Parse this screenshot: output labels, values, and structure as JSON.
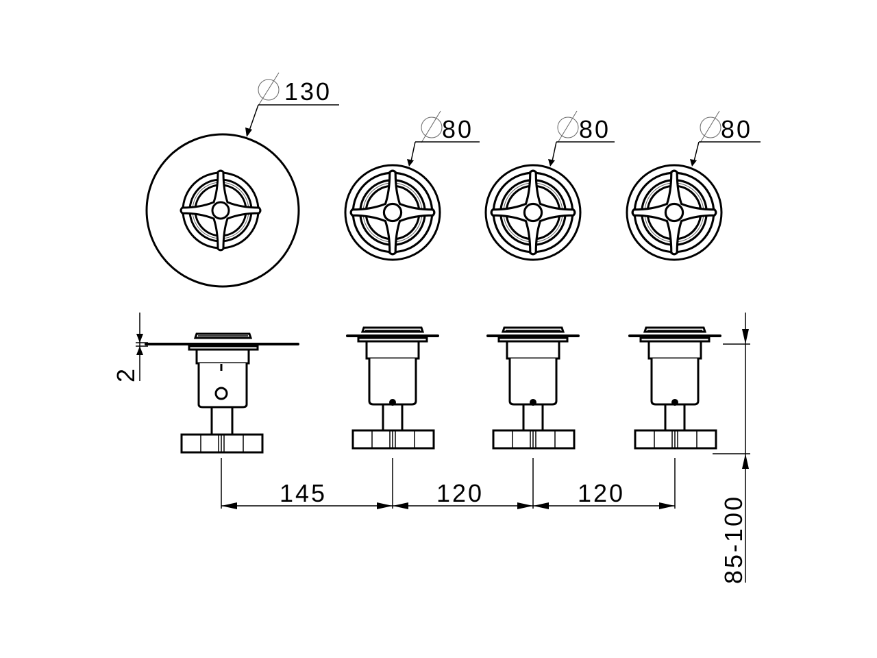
{
  "drawing": {
    "top_view": {
      "large_plate": {
        "diameter_label": "130",
        "symbol": "diameter-symbol"
      },
      "small_plates": [
        {
          "diameter_label": "80",
          "symbol": "diameter-symbol"
        },
        {
          "diameter_label": "80",
          "symbol": "diameter-symbol"
        },
        {
          "diameter_label": "80",
          "symbol": "diameter-symbol"
        }
      ]
    },
    "side_view": {
      "plate_thickness_label": "2",
      "spacing_labels": [
        "145",
        "120",
        "120"
      ],
      "depth_range_label": "85-100"
    }
  }
}
